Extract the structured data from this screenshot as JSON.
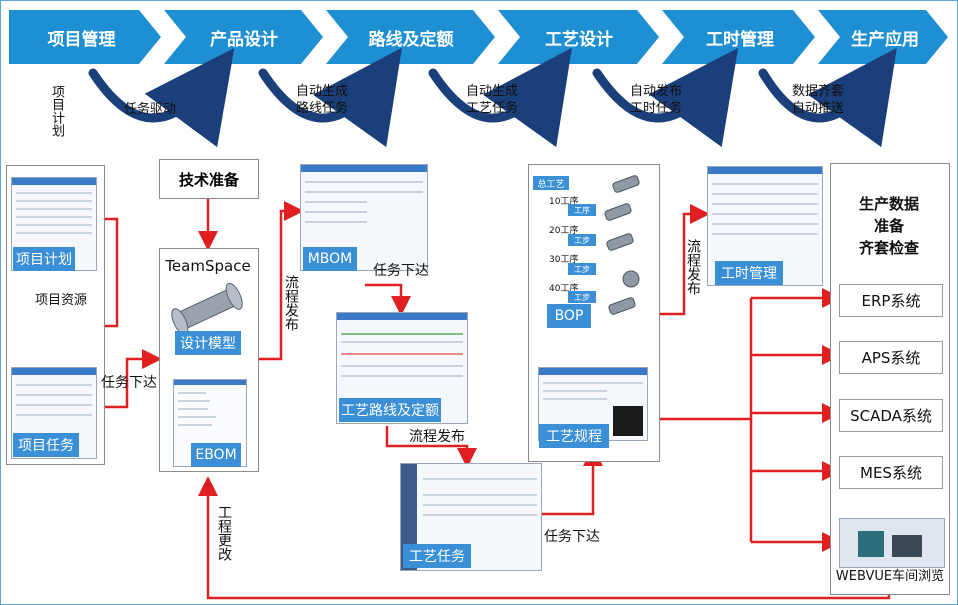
{
  "stages": [
    "项目管理",
    "产品设计",
    "路线及定额",
    "工艺设计",
    "工时管理",
    "生产应用"
  ],
  "vertical_plan": "项目计划",
  "arc_labels": [
    {
      "lines": [
        "任务驱动"
      ]
    },
    {
      "lines": [
        "自动生成",
        "路线任务"
      ]
    },
    {
      "lines": [
        "自动生成",
        "工艺任务"
      ]
    },
    {
      "lines": [
        "自动发布",
        "工时任务"
      ]
    },
    {
      "lines": [
        "数据齐套",
        "自动推送"
      ]
    }
  ],
  "tags": {
    "project_plan": "项目计划",
    "project_task": "项目任务",
    "design_model": "设计模型",
    "ebom": "EBOM",
    "mbom": "MBOM",
    "route": "工艺路线及定额",
    "proc_task": "工艺任务",
    "bop": "BOP",
    "spec": "工艺规程",
    "hours": "工时管理"
  },
  "labels": {
    "project_resource": "项目资源",
    "task_issue_1": "任务下达",
    "tech_prep": "技术准备",
    "teamspace": "TeamSpace",
    "flow_publish_v": "流程发布",
    "task_issue_2": "任务下达",
    "flow_publish_h": "流程发布",
    "task_issue_3": "任务下达",
    "flow_publish_v2": "流程发布",
    "eng_change": "工程更改",
    "prod_data": [
      "生产数据",
      "准备",
      "齐套检查"
    ]
  },
  "bop_steps": [
    "总工艺",
    "10工序",
    "20工序",
    "30工序",
    "40工序"
  ],
  "bop_nodes": [
    "工序",
    "工步",
    "工步",
    "工步",
    "工步"
  ],
  "systems": [
    "ERP系统",
    "APS系统",
    "SCADA系统",
    "MES系统"
  ],
  "webvue": "WEBVUE车间浏览",
  "colors": {
    "chevron": "#1f8fd4",
    "arc": "#1b3f7a",
    "tag": "#3a8fd6",
    "line": "#e02020"
  }
}
